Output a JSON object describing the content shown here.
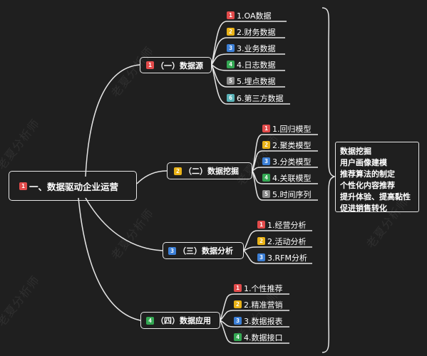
{
  "watermark": "老夏分析师",
  "root": {
    "num": "1",
    "label": "一、数据驱动企业运营"
  },
  "categories": [
    {
      "num": "1",
      "label": "（一）数据源",
      "items": [
        {
          "num": "1",
          "label": "1.OA数据"
        },
        {
          "num": "2",
          "label": "2.财务数据"
        },
        {
          "num": "3",
          "label": "3.业务数据"
        },
        {
          "num": "4",
          "label": "4.日志数据"
        },
        {
          "num": "5",
          "label": "5.埋点数据"
        },
        {
          "num": "6",
          "label": "6.第三方数据"
        }
      ]
    },
    {
      "num": "2",
      "label": "（二）数据挖掘",
      "items": [
        {
          "num": "1",
          "label": "1.回归模型"
        },
        {
          "num": "2",
          "label": "2.聚类模型"
        },
        {
          "num": "3",
          "label": "3.分类模型"
        },
        {
          "num": "4",
          "label": "4.关联模型"
        },
        {
          "num": "5",
          "label": "5.时间序列"
        }
      ]
    },
    {
      "num": "3",
      "label": "（三）数据分析",
      "items": [
        {
          "num": "1",
          "label": "1.经营分析"
        },
        {
          "num": "2",
          "label": "2.活动分析"
        },
        {
          "num": "3",
          "label": "3.RFM分析"
        }
      ]
    },
    {
      "num": "4",
      "label": "（四）数据应用",
      "items": [
        {
          "num": "1",
          "label": "1.个性推荐"
        },
        {
          "num": "2",
          "label": "2.精准营销"
        },
        {
          "num": "3",
          "label": "3.数据报表"
        },
        {
          "num": "4",
          "label": "4.数据接口"
        }
      ]
    }
  ],
  "summary": [
    "数据挖掘",
    "用户画像建模",
    "推荐算法的制定",
    "个性化内容推荐",
    "提升体验、提高黏性",
    "促进销售转化"
  ]
}
